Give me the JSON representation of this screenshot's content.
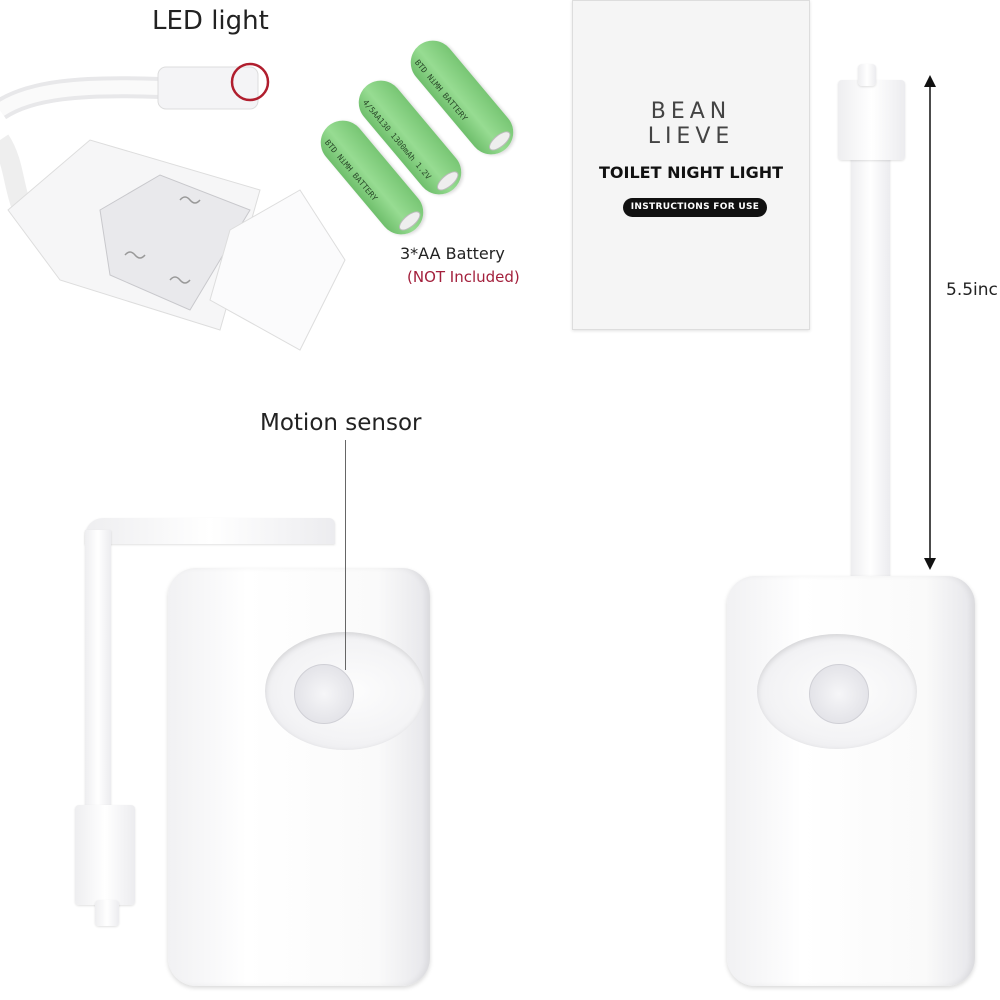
{
  "labels": {
    "led_light": "LED light",
    "motion_sensor": "Motion sensor",
    "battery": "3*AA Battery",
    "battery_note": "(NOT Included)",
    "dimension": "5.5inc"
  },
  "battery_print": {
    "line1": "BTD NiMH BATTERY",
    "line2": "4/5AA130 1300mAh 1.2V"
  },
  "booklet": {
    "brand_line1": "BEAN",
    "brand_line2": "LIEVE",
    "title": "TOILET NIGHT LIGHT",
    "button": "INSTRUCTIONS FOR USE"
  },
  "colors": {
    "battery_green": "#8fd48a",
    "note_red": "#a3203c",
    "highlight_circle": "#b01e2e"
  }
}
